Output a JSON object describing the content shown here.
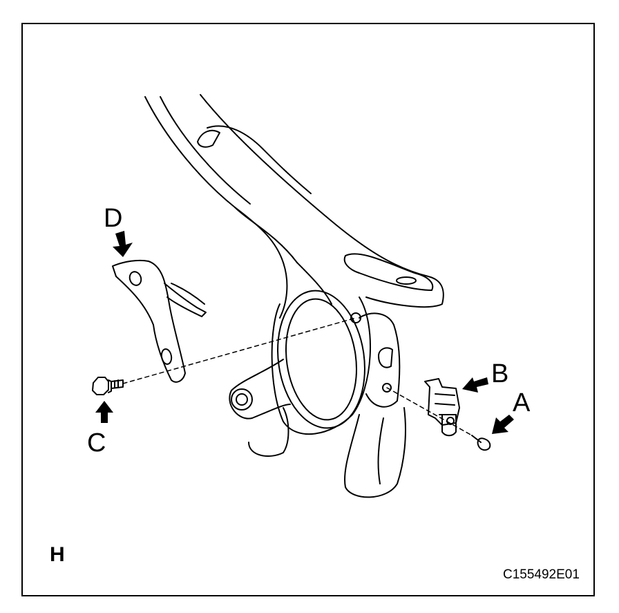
{
  "labels": {
    "a": "A",
    "b": "B",
    "c": "C",
    "d": "D",
    "view": "H"
  },
  "figure_code": "C155492E01",
  "colors": {
    "line": "#000000",
    "background": "#ffffff"
  }
}
